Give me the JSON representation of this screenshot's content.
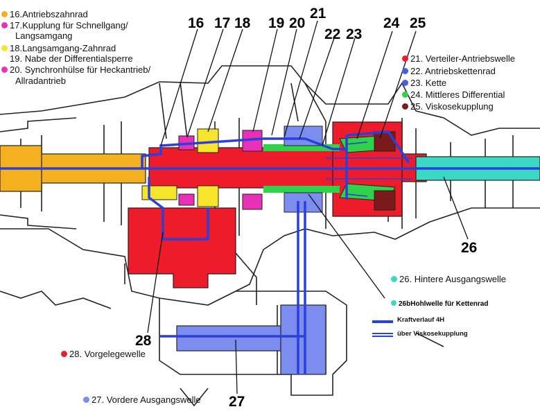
{
  "colors": {
    "blue": "#2b3fd9",
    "red": "#ee1b2a",
    "orange": "#f5b01f",
    "yellow": "#f7e52b",
    "magenta": "#e830b8",
    "cyan": "#3bd8c3",
    "green": "#2fd24a",
    "maroon": "#7a1a1a",
    "lightblue": "#7c8df0",
    "outline": "#222222"
  },
  "legend_left": [
    {
      "num": "16.",
      "text": "Antriebszahnrad",
      "color": "#f5b01f"
    },
    {
      "num": "17.",
      "text": "Kupplung für Schnellgang/",
      "color": "#e830b8"
    },
    {
      "num": "",
      "text": "Langsamgang",
      "color": ""
    },
    {
      "num": "18.",
      "text": "Langsamgang-Zahnrad",
      "color": "#f7e52b"
    },
    {
      "num": "19.",
      "text": "Nabe der Differentialsperre",
      "color": ""
    },
    {
      "num": "20.",
      "text": "Synchronhülse für Heckantrieb/",
      "color": "#e830b8"
    },
    {
      "num": "",
      "text": "Allradantrieb",
      "color": ""
    }
  ],
  "legend_right": [
    {
      "num": "21.",
      "text": "Verteiler-Antriebswelle",
      "color": "#ee1b2a"
    },
    {
      "num": "22.",
      "text": "Antriebskettenrad",
      "color": "#4a5ce0"
    },
    {
      "num": "23.",
      "text": "Kette",
      "color": "#4a5ce0"
    },
    {
      "num": "24.",
      "text": "Mittleres Differential",
      "color": "#2fd24a"
    },
    {
      "num": "25.",
      "text": "Viskosekupplung",
      "color": "#7a1a1a"
    }
  ],
  "callouts_top": [
    "16",
    "17",
    "18",
    "19",
    "20",
    "21",
    "22",
    "23",
    "24",
    "25"
  ],
  "callout_26": "26",
  "callout_27": "27",
  "callout_28": "28",
  "label_26": {
    "num": "26.",
    "text": "Hintere Ausgangswelle"
  },
  "label_26b": {
    "num": "26b",
    "text": "Hohlwelle für Kettenrad"
  },
  "label_28": {
    "num": "28.",
    "text": "Vorgelegewelle"
  },
  "label_27": {
    "num": "27.",
    "text": "Vordere Ausgangswelle"
  },
  "flow_legend": [
    {
      "text": "Kraftverlauf 4H",
      "style": "single"
    },
    {
      "text": "über Viskosekupplung",
      "style": "double"
    }
  ]
}
